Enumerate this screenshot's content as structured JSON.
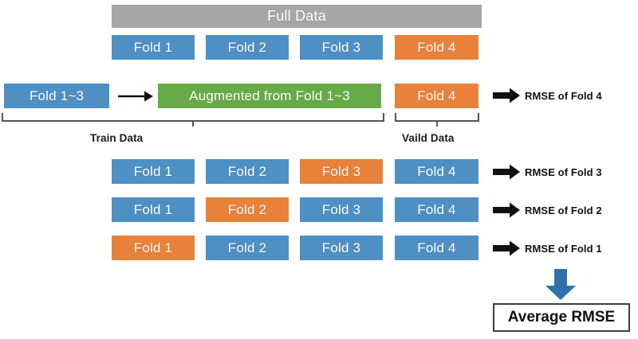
{
  "diagram": {
    "title_bar": {
      "label": "Full Data",
      "color": "#a6a6a6"
    },
    "colors": {
      "train_blue": "#4e8fc4",
      "valid_orange": "#e8813a",
      "augmented_green": "#66ab48",
      "full_data_gray": "#a6a6a6",
      "arrow_black": "#111111",
      "arrow_blue": "#2f72ab"
    },
    "fold_row_top": [
      {
        "label": "Fold 1",
        "role": "train"
      },
      {
        "label": "Fold 2",
        "role": "train"
      },
      {
        "label": "Fold 3",
        "role": "train"
      },
      {
        "label": "Fold 4",
        "role": "valid"
      }
    ],
    "augment_row": {
      "source_label": "Fold 1~3",
      "augmented_label": "Augmented from Fold 1~3",
      "valid_label": "Fold 4",
      "result_label": "RMSE of Fold 4"
    },
    "braces": {
      "train_caption": "Train Data",
      "valid_caption": "Vaild Data"
    },
    "cv_rows": [
      {
        "folds": [
          {
            "label": "Fold 1",
            "role": "train"
          },
          {
            "label": "Fold 2",
            "role": "train"
          },
          {
            "label": "Fold 3",
            "role": "valid"
          },
          {
            "label": "Fold 4",
            "role": "train"
          }
        ],
        "result_label": "RMSE of Fold 3"
      },
      {
        "folds": [
          {
            "label": "Fold 1",
            "role": "train"
          },
          {
            "label": "Fold 2",
            "role": "valid"
          },
          {
            "label": "Fold 3",
            "role": "train"
          },
          {
            "label": "Fold 4",
            "role": "train"
          }
        ],
        "result_label": "RMSE of Fold 2"
      },
      {
        "folds": [
          {
            "label": "Fold 1",
            "role": "valid"
          },
          {
            "label": "Fold 2",
            "role": "train"
          },
          {
            "label": "Fold 3",
            "role": "train"
          },
          {
            "label": "Fold 4",
            "role": "train"
          }
        ],
        "result_label": "RMSE of Fold 1"
      }
    ],
    "summary": {
      "label": "Average RMSE"
    }
  }
}
